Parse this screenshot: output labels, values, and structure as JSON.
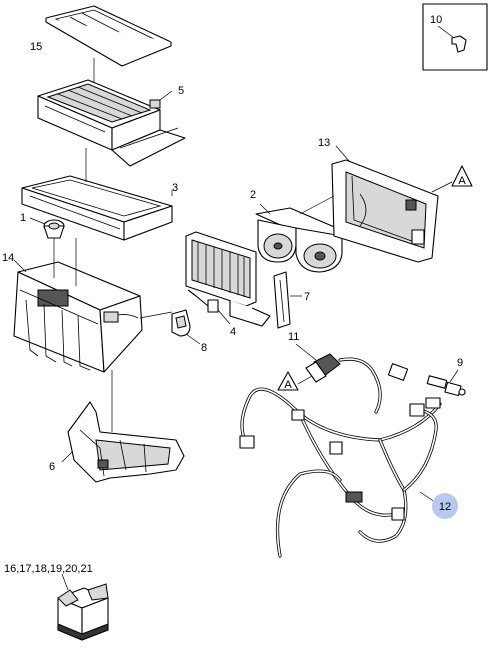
{
  "callouts": {
    "c1": "1",
    "c2": "2",
    "c3": "3",
    "c4": "4",
    "c5": "5",
    "c6": "6",
    "c7": "7",
    "c8": "8",
    "c9": "9",
    "c10": "10",
    "c11": "11",
    "c12": "12",
    "c13": "13",
    "c14": "14",
    "c15": "15",
    "kit": "16,17,18,19,20,21"
  },
  "reference_marks": {
    "a1": "A",
    "a2": "A"
  },
  "colors": {
    "highlight": "#b8c9ef",
    "line": "#000000",
    "shade": "#d8d8d8"
  }
}
